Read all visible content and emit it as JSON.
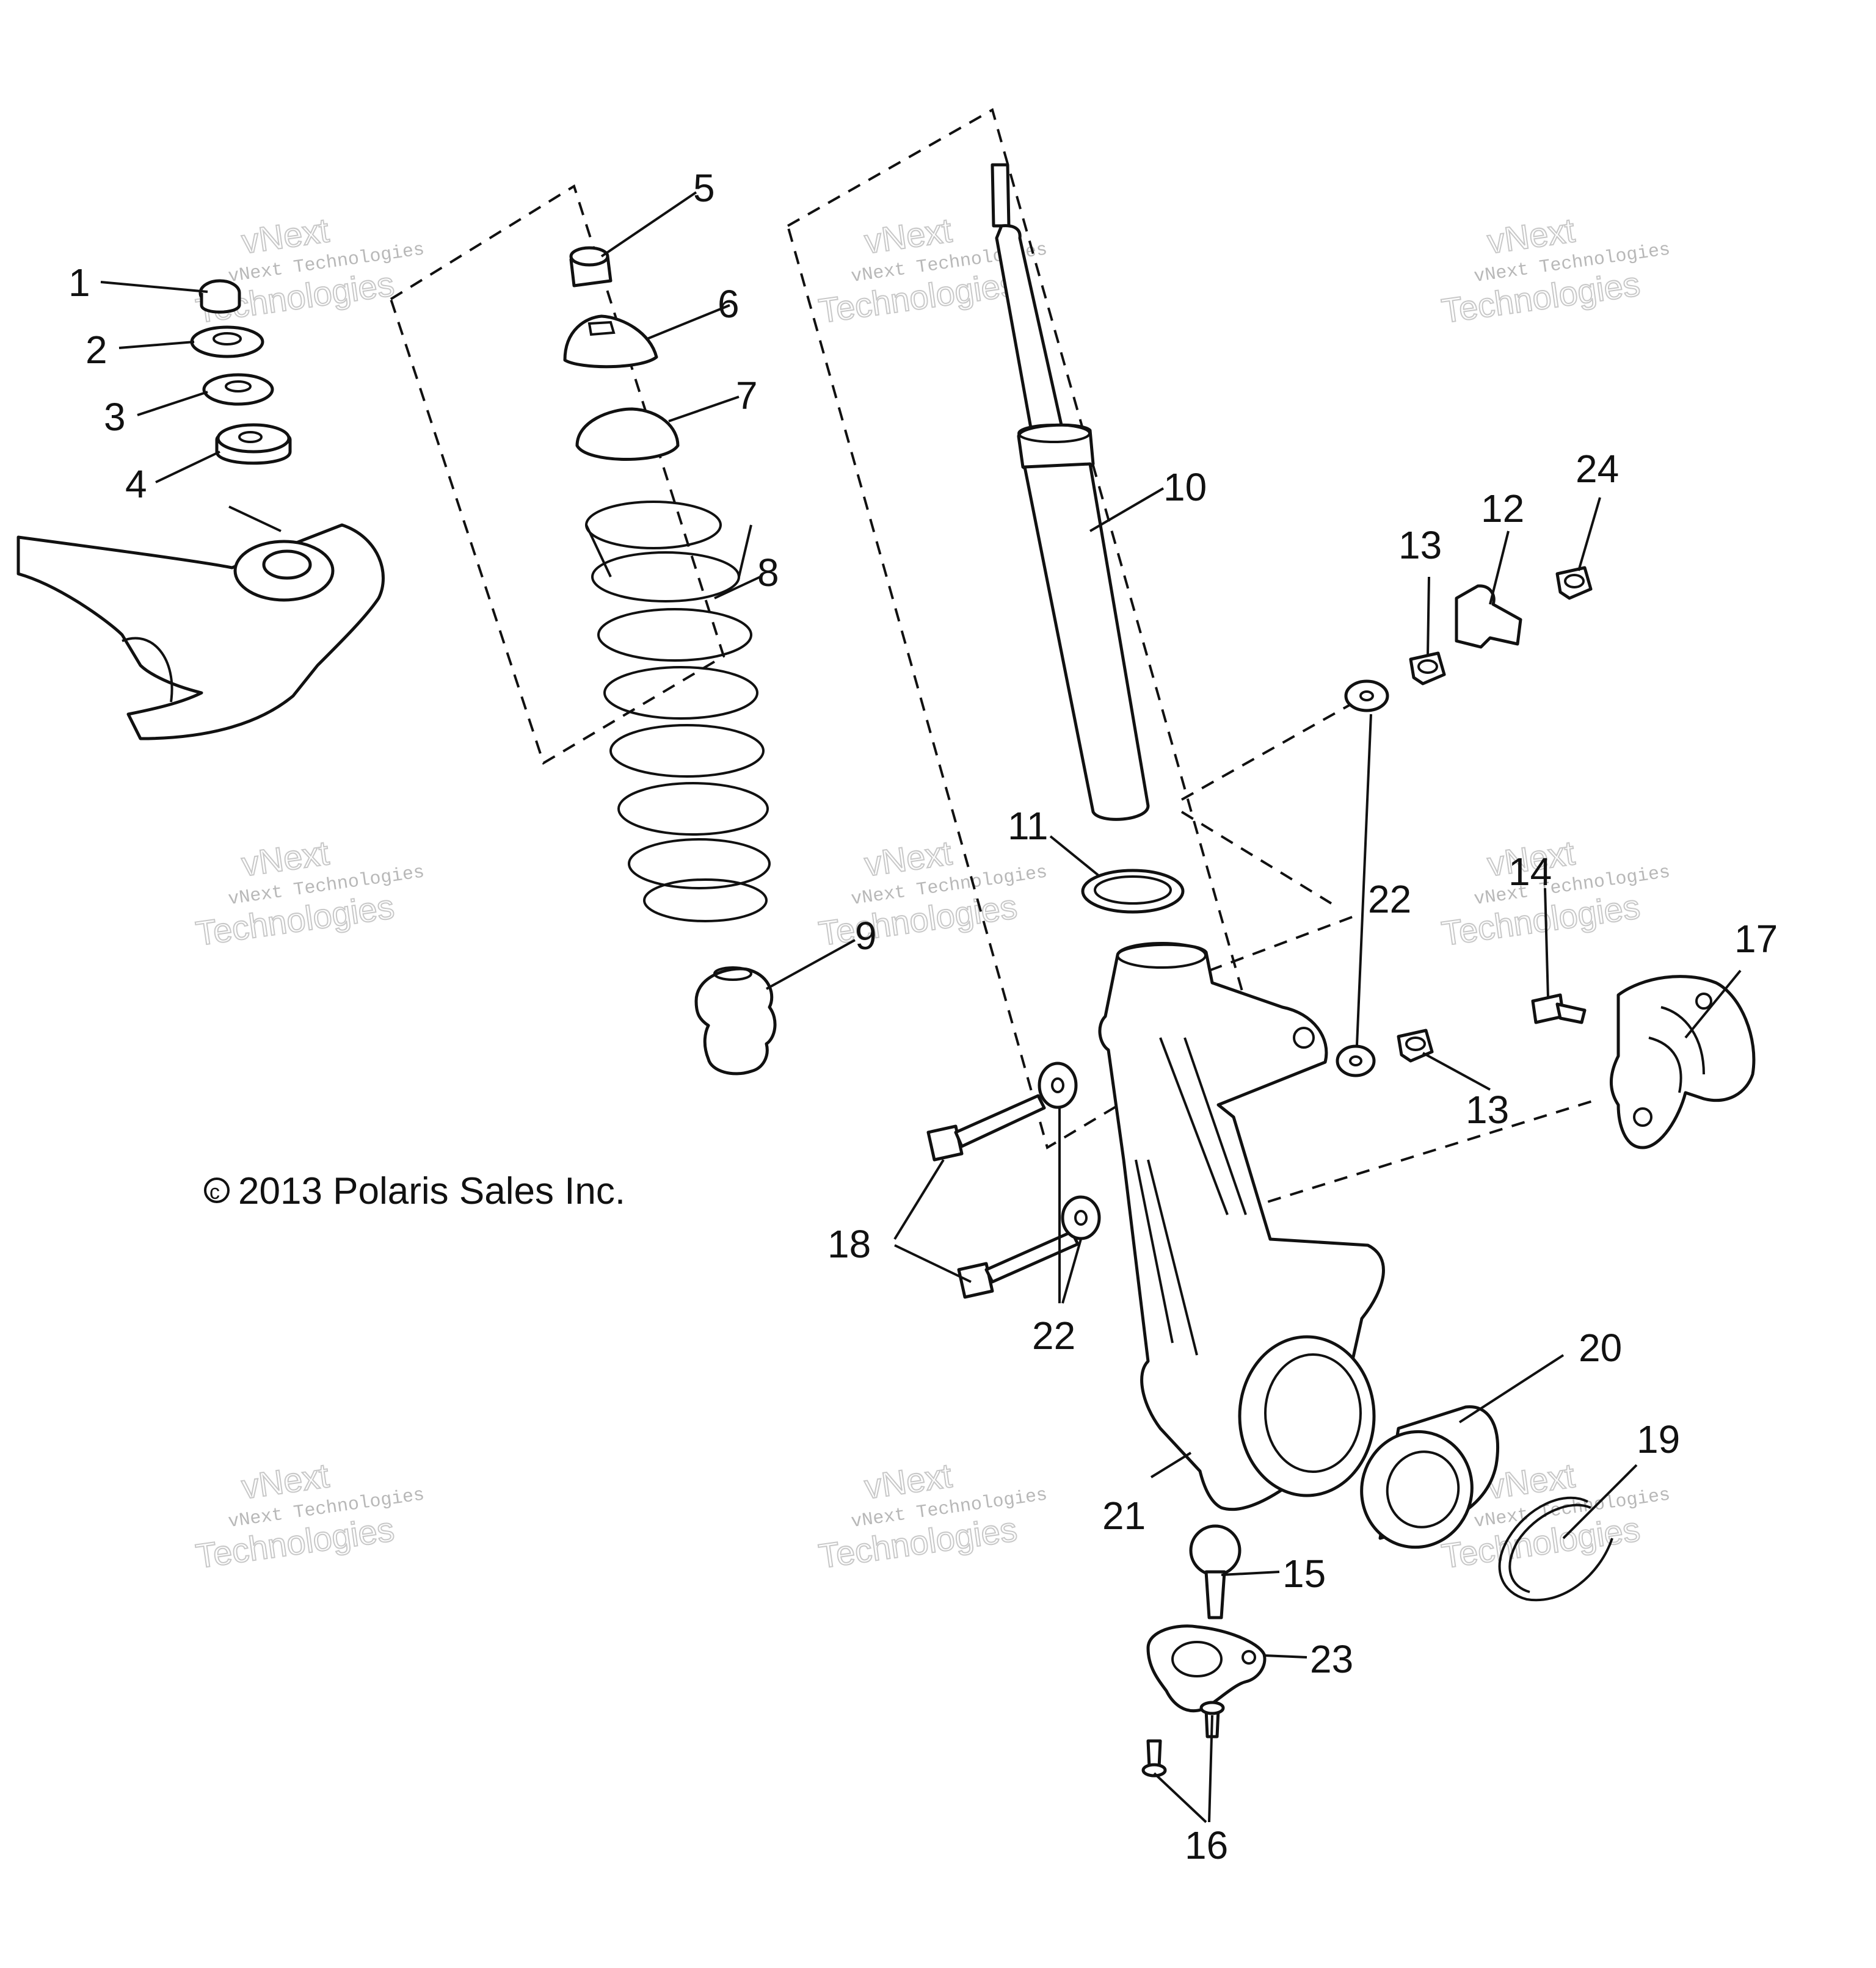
{
  "callouts": [
    {
      "id": "1",
      "text": "1"
    },
    {
      "id": "2",
      "text": "2"
    },
    {
      "id": "3",
      "text": "3"
    },
    {
      "id": "4",
      "text": "4"
    },
    {
      "id": "5",
      "text": "5"
    },
    {
      "id": "6",
      "text": "6"
    },
    {
      "id": "7",
      "text": "7"
    },
    {
      "id": "8",
      "text": "8"
    },
    {
      "id": "9",
      "text": "9"
    },
    {
      "id": "10",
      "text": "10"
    },
    {
      "id": "11",
      "text": "11"
    },
    {
      "id": "12",
      "text": "12"
    },
    {
      "id": "13a",
      "text": "13"
    },
    {
      "id": "13b",
      "text": "13"
    },
    {
      "id": "14",
      "text": "14"
    },
    {
      "id": "15",
      "text": "15"
    },
    {
      "id": "16",
      "text": "16"
    },
    {
      "id": "17",
      "text": "17"
    },
    {
      "id": "18",
      "text": "18"
    },
    {
      "id": "19",
      "text": "19"
    },
    {
      "id": "20",
      "text": "20"
    },
    {
      "id": "21",
      "text": "21"
    },
    {
      "id": "22a",
      "text": "22"
    },
    {
      "id": "22b",
      "text": "22"
    },
    {
      "id": "23",
      "text": "23"
    },
    {
      "id": "24",
      "text": "24"
    }
  ],
  "copyright": "2013 Polaris Sales Inc.",
  "copyright_symbol": "c",
  "watermark": {
    "line1": "vNext Technologies",
    "line2": "Technologies",
    "line3": "vNext"
  }
}
